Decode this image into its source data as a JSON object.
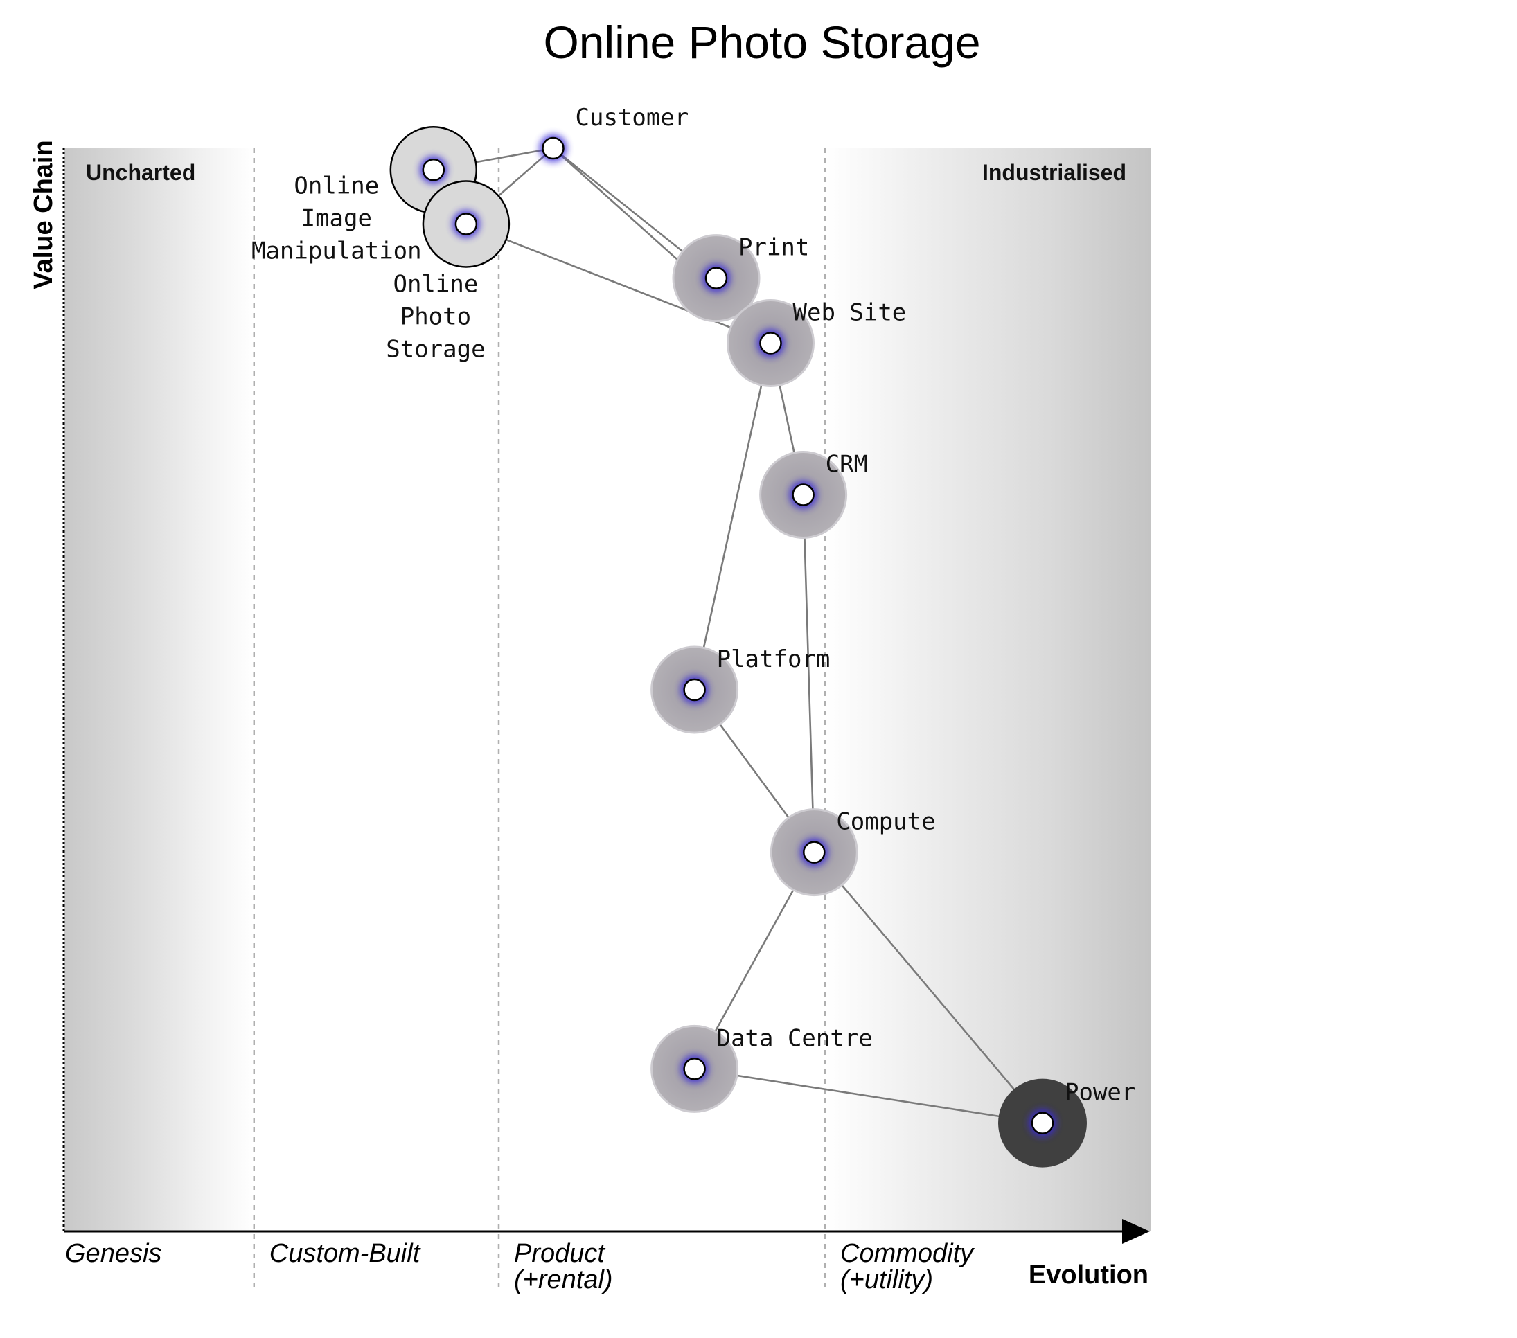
{
  "title": "Online Photo Storage",
  "axes": {
    "y_label": "Value Chain",
    "x_label": "Evolution"
  },
  "regions": {
    "left": "Uncharted",
    "right": "Industrialised"
  },
  "stages": [
    {
      "label_lines": [
        "Genesis"
      ],
      "start": 0.0
    },
    {
      "label_lines": [
        "Custom-Built"
      ],
      "start": 0.175
    },
    {
      "label_lines": [
        "Product",
        "(+rental)"
      ],
      "start": 0.4
    },
    {
      "label_lines": [
        "Commodity",
        "(+utility)"
      ],
      "start": 0.7
    }
  ],
  "components": [
    {
      "id": "customer",
      "label_lines": [
        "Customer"
      ],
      "evolution": 0.45,
      "visibility": 1.0,
      "halo": "none",
      "label_pos": "above-right"
    },
    {
      "id": "online-image-manipulation",
      "label_lines": [
        "Online",
        "Image",
        "Manipulation"
      ],
      "evolution": 0.34,
      "visibility": 0.98,
      "halo": "outlined-light",
      "label_pos": "below-left"
    },
    {
      "id": "online-photo-storage",
      "label_lines": [
        "Online",
        "Photo",
        "Storage"
      ],
      "evolution": 0.37,
      "visibility": 0.93,
      "halo": "outlined-light",
      "label_pos": "below"
    },
    {
      "id": "print",
      "label_lines": [
        "Print"
      ],
      "evolution": 0.6,
      "visibility": 0.88,
      "halo": "medium",
      "label_pos": "above-right"
    },
    {
      "id": "web-site",
      "label_lines": [
        "Web Site"
      ],
      "evolution": 0.65,
      "visibility": 0.82,
      "halo": "medium",
      "label_pos": "above-right"
    },
    {
      "id": "crm",
      "label_lines": [
        "CRM"
      ],
      "evolution": 0.68,
      "visibility": 0.68,
      "halo": "medium",
      "label_pos": "above-right"
    },
    {
      "id": "platform",
      "label_lines": [
        "Platform"
      ],
      "evolution": 0.58,
      "visibility": 0.5,
      "halo": "medium",
      "label_pos": "above-right"
    },
    {
      "id": "compute",
      "label_lines": [
        "Compute"
      ],
      "evolution": 0.69,
      "visibility": 0.35,
      "halo": "medium",
      "label_pos": "above-right"
    },
    {
      "id": "data-centre",
      "label_lines": [
        "Data Centre"
      ],
      "evolution": 0.58,
      "visibility": 0.15,
      "halo": "medium",
      "label_pos": "above-right"
    },
    {
      "id": "power",
      "label_lines": [
        "Power"
      ],
      "evolution": 0.9,
      "visibility": 0.1,
      "halo": "dark",
      "label_pos": "above-right"
    }
  ],
  "links": [
    [
      "customer",
      "online-image-manipulation"
    ],
    [
      "customer",
      "online-photo-storage"
    ],
    [
      "customer",
      "print"
    ],
    [
      "customer",
      "web-site"
    ],
    [
      "online-photo-storage",
      "web-site"
    ],
    [
      "web-site",
      "crm"
    ],
    [
      "web-site",
      "platform"
    ],
    [
      "crm",
      "compute"
    ],
    [
      "platform",
      "compute"
    ],
    [
      "compute",
      "data-centre"
    ],
    [
      "compute",
      "power"
    ],
    [
      "data-centre",
      "power"
    ]
  ],
  "colors": {
    "edge_gradient": "#c8c8c8",
    "halo_medium": "#a7a3a8",
    "halo_light": "#d9d9d9",
    "halo_dark": "#404040",
    "node_glow": "#3a2bd9"
  }
}
